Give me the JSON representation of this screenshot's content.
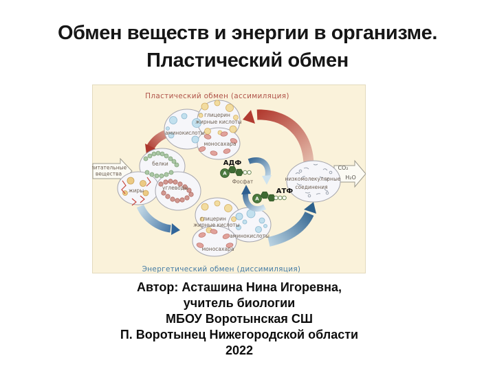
{
  "title": {
    "line1": "Обмен веществ и энергии в организме.",
    "line2": "Пластический обмен"
  },
  "diagram": {
    "plastic_label": "Пластический обмен (ассимиляция)",
    "energy_label": "Энергетический обмен (диссимиляция)",
    "nutrients": {
      "line1": "питательные",
      "line2": "вещества"
    },
    "top_cluster": {
      "amino": "аминокислоты",
      "glycerin": "глицерин",
      "fatty_acids": "жирные кислоты",
      "monosugars": "моносахара"
    },
    "macro_cluster": {
      "proteins": "белки",
      "fats": "жиры",
      "carbs": "углеводы"
    },
    "bottom_cluster": {
      "glycerin": "глицерин",
      "fatty_acids": "жирные кислоты",
      "amino": "аминокислоты",
      "monosugars": "моносахара"
    },
    "products": {
      "line1": "низкомолекулярные",
      "line2": "соединения",
      "co2": "CO₂",
      "h2o": "H₂O"
    },
    "energy": {
      "adp": "АДФ",
      "phosphate": "Фосфат",
      "atp": "АТФ",
      "adenine": "А"
    },
    "colors": {
      "background": "#faf2da",
      "plastic_label": "#b0544a",
      "energy_label": "#447ba4",
      "red_arrow": "#b23b30",
      "blue_arrow": "#2c608c",
      "molecule_green": "#3f6a33"
    }
  },
  "author": {
    "line1": "Автор: Асташина Нина Игоревна,",
    "line2": "учитель биологии",
    "line3": "МБОУ Воротынская СШ",
    "line4": "П. Воротынец Нижегородской области",
    "line5": "2022"
  }
}
